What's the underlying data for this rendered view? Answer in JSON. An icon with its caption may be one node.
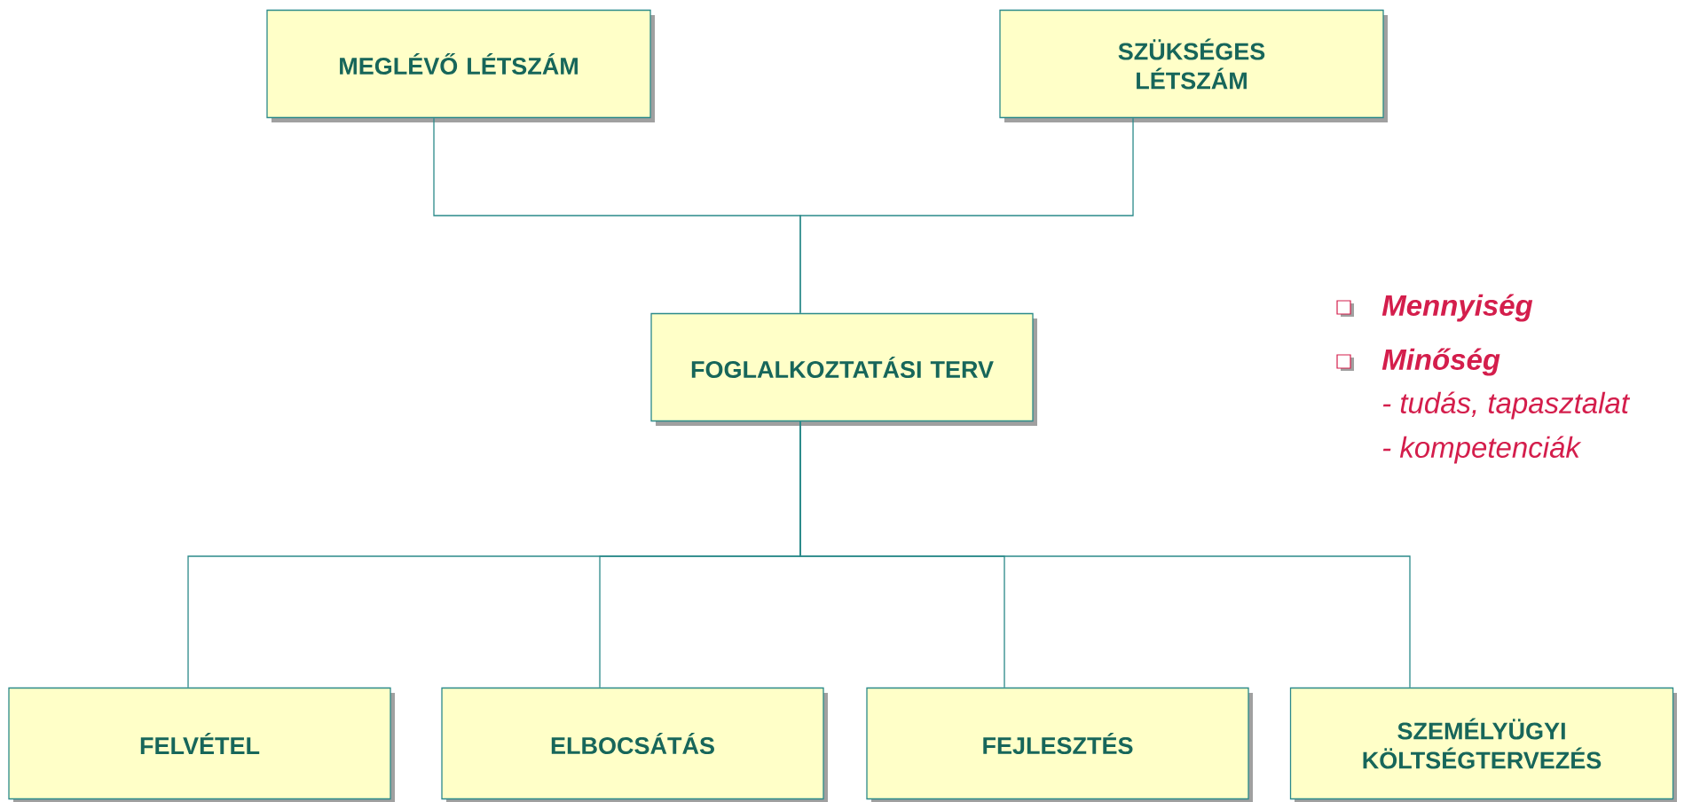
{
  "diagram": {
    "nodes": [
      {
        "text": [
          "MEGLÉVŐ LÉTSZÁM"
        ]
      },
      {
        "text": [
          "SZÜKSÉGES LÉTSZÁM"
        ]
      },
      {
        "text": [
          "FOGLALKOZTATÁSI TERV"
        ]
      },
      {
        "text": [
          "FELVÉTEL"
        ]
      },
      {
        "text": [
          "ELBOCSÁTÁS"
        ]
      },
      {
        "text": [
          "FEJLESZTÉS"
        ]
      },
      {
        "text": [
          "SZEMÉLYÜGYI KÖLTSÉGTERVEZÉS"
        ]
      }
    ],
    "edges": [
      {
        "from": 0,
        "to": 2,
        "arrow": "none"
      },
      {
        "from": 1,
        "to": 2,
        "arrow": "none"
      },
      {
        "from": 2,
        "to": 3,
        "arrow": "none"
      },
      {
        "from": 2,
        "to": 4,
        "arrow": "none"
      },
      {
        "from": 2,
        "to": 5,
        "arrow": "none"
      },
      {
        "from": 2,
        "to": 6,
        "arrow": "none"
      }
    ],
    "labels": [
      "Mennyiség",
      "Minőség",
      "- tudás, tapasztalat",
      "- kompetenciák"
    ]
  }
}
